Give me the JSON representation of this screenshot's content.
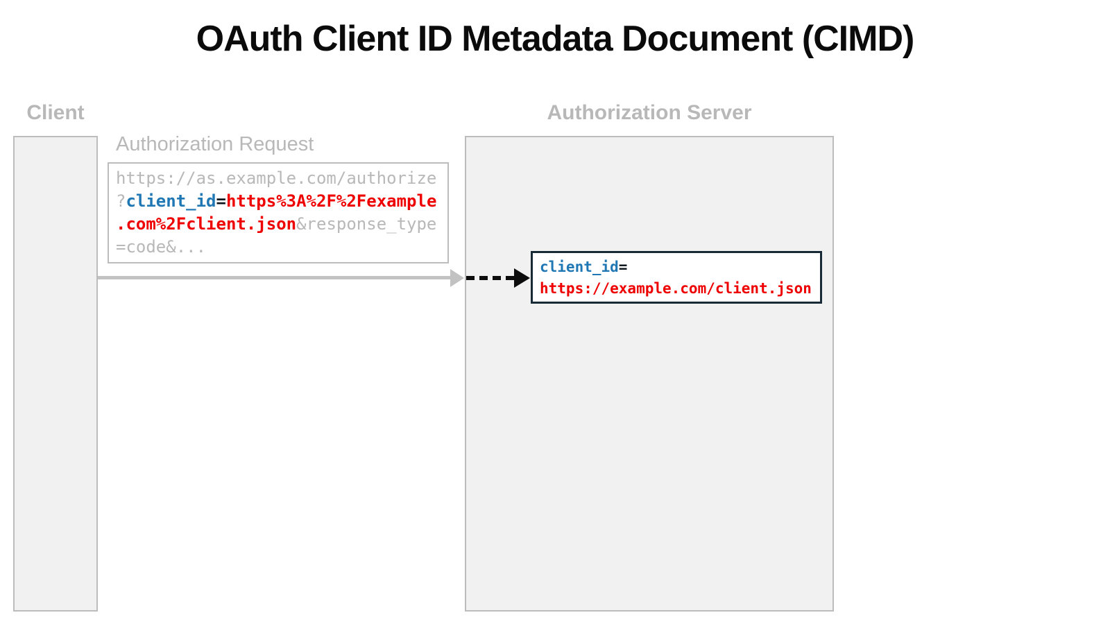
{
  "title": "OAuth Client ID Metadata Document (CIMD)",
  "lanes": {
    "client": {
      "label": "Client"
    },
    "authorization_server": {
      "label": "Authorization Server"
    }
  },
  "authorization_request": {
    "label": "Authorization Request",
    "url_segments": [
      {
        "text": "https://as.example.com/authorize\n",
        "style": "muted"
      },
      {
        "text": "?",
        "style": "muted"
      },
      {
        "text": "client_id",
        "style": "blue"
      },
      {
        "text": "=",
        "style": "dark"
      },
      {
        "text": "https%3A%2F%2Fexample\n",
        "style": "red"
      },
      {
        "text": ".com%2Fclient.json",
        "style": "red"
      },
      {
        "text": "&response_type\n",
        "style": "muted"
      },
      {
        "text": "=code&...",
        "style": "muted"
      }
    ]
  },
  "client_id_callout": {
    "segments": [
      {
        "text": "client_id",
        "style": "blue"
      },
      {
        "text": "=\n",
        "style": "dark"
      },
      {
        "text": "https://example.com/client.json",
        "style": "red"
      }
    ]
  },
  "colors": {
    "param_name_blue": "#1f77b4",
    "param_value_red": "#ef0000",
    "muted_gray": "#b8b8b8",
    "callout_border_dark": "#182a35",
    "lane_fill": "#f1f1f1",
    "lane_border": "#bcbcbc",
    "arrow_gray": "#c2c2c2",
    "arrow_black": "#0d0d0d"
  }
}
